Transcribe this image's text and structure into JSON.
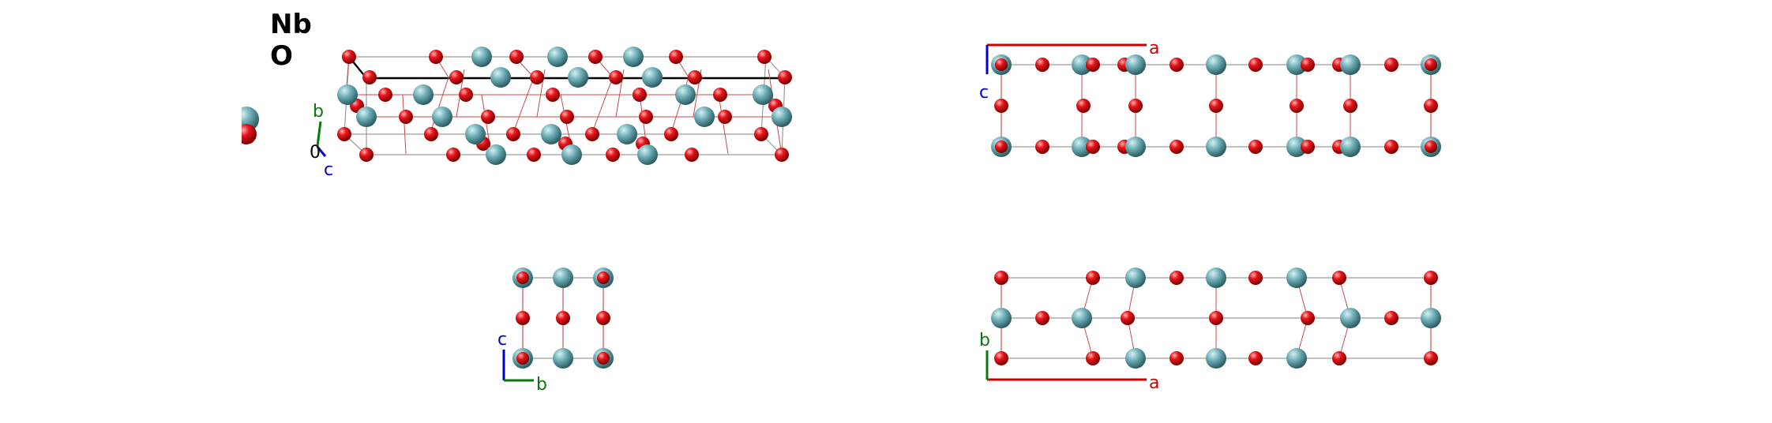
{
  "legend": {
    "elements": [
      {
        "symbol": "Nb",
        "color": "#6fb0b8"
      },
      {
        "symbol": "O",
        "color": "#e8161b"
      }
    ]
  },
  "axes": {
    "a": {
      "label": "a",
      "color": "#cc0000"
    },
    "b": {
      "label": "b",
      "color": "#0a7a0a"
    },
    "c": {
      "label": "c",
      "color": "#0000cc"
    },
    "origin": {
      "label": "0"
    }
  },
  "colors": {
    "Nb": "#6fb0b8",
    "O": "#e8161b",
    "bond": "#c84a4a",
    "cell": "#9a9a9a"
  }
}
